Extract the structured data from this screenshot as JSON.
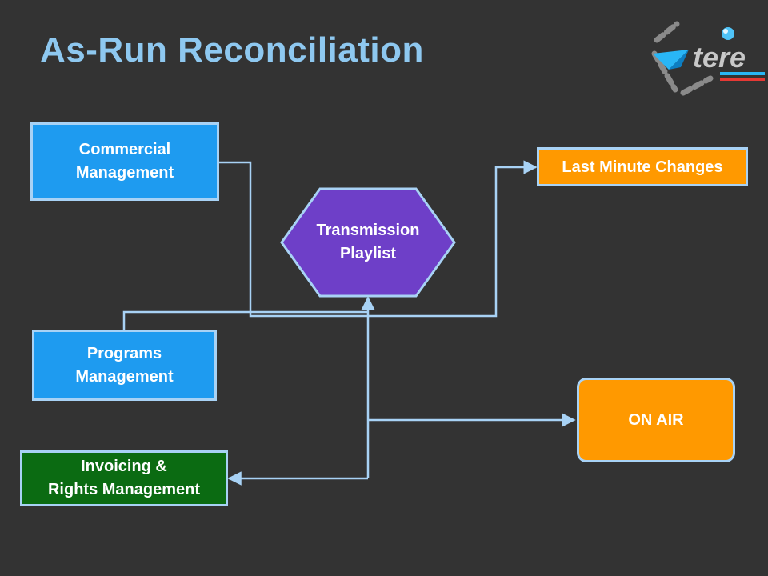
{
  "title": "As-Run Reconciliation",
  "logo": {
    "text": "tere",
    "icon": "tere-logo"
  },
  "nodes": {
    "commercial": "Commercial\nManagement",
    "programs": "Programs\nManagement",
    "invoicing": "Invoicing &\nRights Management",
    "playlist": "Transmission\nPlaylist",
    "last_minute": "Last Minute Changes",
    "on_air": "ON AIR"
  },
  "colors": {
    "background": "#333333",
    "title": "#8ec8f0",
    "blue_box": "#1e9bf0",
    "orange_box": "#ff9900",
    "green_box": "#0b6b12",
    "hexagon": "#6e3fc8",
    "connector": "#a8d2f5"
  }
}
